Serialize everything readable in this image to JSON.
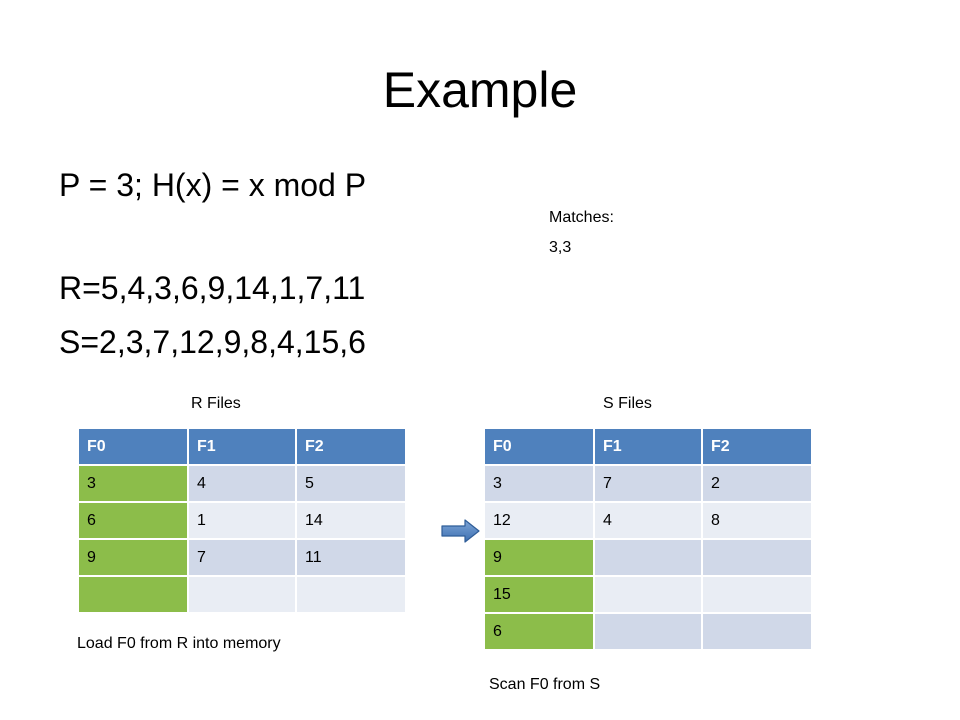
{
  "slide": {
    "title": "Example",
    "line_p": "P = 3; H(x) = x mod P",
    "line_r": "R=5,4,3,6,9,14,1,7,11",
    "line_s": "S=2,3,7,12,9,8,4,15,6",
    "matches_label": "Matches:",
    "matches_value": "3,3"
  },
  "r_files": {
    "caption": "R Files",
    "headers": [
      "F0",
      "F1",
      "F2"
    ],
    "rows": [
      [
        "3",
        "4",
        "5"
      ],
      [
        "6",
        "1",
        "14"
      ],
      [
        "9",
        "7",
        "11"
      ],
      [
        "",
        "",
        ""
      ]
    ],
    "note": "Load F0 from R into memory"
  },
  "s_files": {
    "caption": "S Files",
    "headers": [
      "F0",
      "F1",
      "F2"
    ],
    "rows": [
      [
        "3",
        "7",
        "2"
      ],
      [
        "12",
        "4",
        "8"
      ],
      [
        "9",
        "",
        ""
      ],
      [
        "15",
        "",
        ""
      ],
      [
        "6",
        "",
        ""
      ]
    ],
    "note": "Scan F0 from S"
  },
  "colors": {
    "header": "#4f81bd",
    "row_dark": "#d0d8e8",
    "row_light": "#e9edf4",
    "highlight": "#8cbd4a",
    "arrow": "#4f81bd"
  },
  "icons": {
    "pointer": "right-arrow-icon"
  }
}
